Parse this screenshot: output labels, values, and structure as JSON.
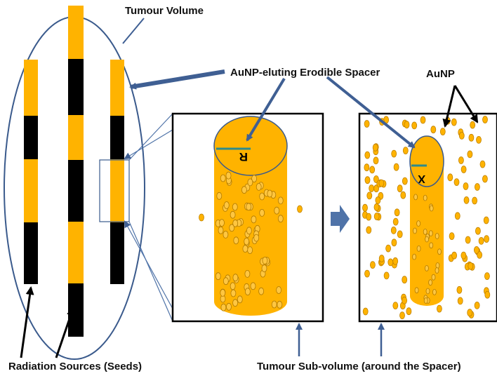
{
  "labels": {
    "tumour_volume": "Tumour Volume",
    "spacer": "AuNP-eluting Erodible Spacer",
    "aunp": "AuNP",
    "seeds": "Radiation Sources (Seeds)",
    "subvolume": "Tumour Sub-volume (around the Spacer)",
    "radius_initial": "R",
    "radius_eroded": "X"
  },
  "colors": {
    "gold": "#FFB300",
    "seed_black": "#000000",
    "outline_blue": "#3A5A8C",
    "pointer_blue": "#3F5F93",
    "frame": "#000000",
    "radius_line": "#2E8B8B"
  }
}
